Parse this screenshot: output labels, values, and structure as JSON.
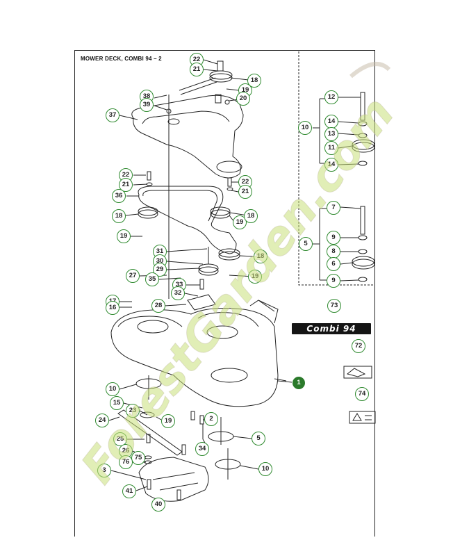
{
  "diagram": {
    "title": "MOWER DECK, COMBI 94 – 2",
    "decal_label": "Combi 94",
    "watermark": "ForestGarden.com",
    "callouts": [
      {
        "id": "c22a",
        "label": "22"
      },
      {
        "id": "c21a",
        "label": "21"
      },
      {
        "id": "c18a",
        "label": "18"
      },
      {
        "id": "c19a",
        "label": "19"
      },
      {
        "id": "c20",
        "label": "20"
      },
      {
        "id": "c38",
        "label": "38"
      },
      {
        "id": "c39",
        "label": "39"
      },
      {
        "id": "c37",
        "label": "37"
      },
      {
        "id": "c12",
        "label": "12"
      },
      {
        "id": "c14a",
        "label": "14"
      },
      {
        "id": "c10a",
        "label": "10"
      },
      {
        "id": "c13",
        "label": "13"
      },
      {
        "id": "c11",
        "label": "11"
      },
      {
        "id": "c14b",
        "label": "14"
      },
      {
        "id": "c22b",
        "label": "22"
      },
      {
        "id": "c21b",
        "label": "21"
      },
      {
        "id": "c22c",
        "label": "22"
      },
      {
        "id": "c21c",
        "label": "21"
      },
      {
        "id": "c36",
        "label": "36"
      },
      {
        "id": "c18b",
        "label": "18"
      },
      {
        "id": "c19b",
        "label": "19"
      },
      {
        "id": "c18c",
        "label": "18"
      },
      {
        "id": "c19c",
        "label": "19"
      },
      {
        "id": "c7",
        "label": "7"
      },
      {
        "id": "c9a",
        "label": "9"
      },
      {
        "id": "c5a",
        "label": "5"
      },
      {
        "id": "c8",
        "label": "8"
      },
      {
        "id": "c6",
        "label": "6"
      },
      {
        "id": "c9b",
        "label": "9"
      },
      {
        "id": "c31",
        "label": "31"
      },
      {
        "id": "c30",
        "label": "30"
      },
      {
        "id": "c29",
        "label": "29"
      },
      {
        "id": "c18d",
        "label": "18"
      },
      {
        "id": "c27",
        "label": "27"
      },
      {
        "id": "c35",
        "label": "35"
      },
      {
        "id": "c19d",
        "label": "19"
      },
      {
        "id": "c33",
        "label": "33"
      },
      {
        "id": "c32",
        "label": "32"
      },
      {
        "id": "c17",
        "label": "17"
      },
      {
        "id": "c16",
        "label": "16"
      },
      {
        "id": "c28",
        "label": "28"
      },
      {
        "id": "c73",
        "label": "73"
      },
      {
        "id": "c72",
        "label": "72"
      },
      {
        "id": "c1",
        "label": "1"
      },
      {
        "id": "c10b",
        "label": "10"
      },
      {
        "id": "c15",
        "label": "15"
      },
      {
        "id": "c23",
        "label": "23"
      },
      {
        "id": "c19e",
        "label": "19"
      },
      {
        "id": "c24",
        "label": "24"
      },
      {
        "id": "c74",
        "label": "74"
      },
      {
        "id": "c2",
        "label": "2"
      },
      {
        "id": "c5b",
        "label": "5"
      },
      {
        "id": "c25",
        "label": "25"
      },
      {
        "id": "c26",
        "label": "26"
      },
      {
        "id": "c75",
        "label": "75"
      },
      {
        "id": "c76",
        "label": "76"
      },
      {
        "id": "c34",
        "label": "34"
      },
      {
        "id": "c3",
        "label": "3"
      },
      {
        "id": "c10c",
        "label": "10"
      },
      {
        "id": "c41",
        "label": "41"
      },
      {
        "id": "c40",
        "label": "40"
      }
    ]
  }
}
